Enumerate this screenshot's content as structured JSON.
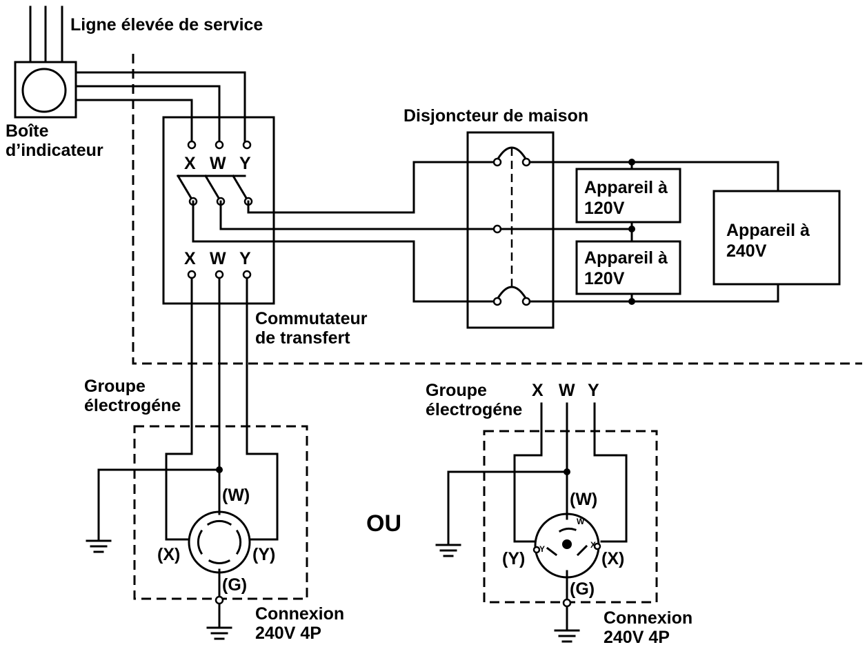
{
  "labels": {
    "service_line": "Ligne élevée de service",
    "meter_box_1": "Boîte",
    "meter_box_2": "d’indicateur",
    "house_breaker": "Disjoncteur de maison",
    "appliance_120_a_1": "Appareil à",
    "appliance_120_a_2": "120V",
    "appliance_120_b_1": "Appareil à",
    "appliance_120_b_2": "120V",
    "appliance_240_1": "Appareil à",
    "appliance_240_2": "240V",
    "transfer_switch_1": "Commutateur",
    "transfer_switch_2": "de transfert",
    "generator_left_1": "Groupe",
    "generator_left_2": "électrogéne",
    "generator_right_1": "Groupe",
    "generator_right_2": "électrogéne",
    "or": "OU",
    "connection_left_1": "Connexion",
    "connection_left_2": "240V 4P",
    "connection_right_1": "Connexion",
    "connection_right_2": "240V 4P"
  },
  "terminals": {
    "top": [
      "X",
      "W",
      "Y"
    ],
    "bottom": [
      "X",
      "W",
      "Y"
    ],
    "right_leads": [
      "X",
      "W",
      "Y"
    ]
  },
  "plug_left": {
    "w": "(W)",
    "x": "(X)",
    "y": "(Y)",
    "g": "(G)"
  },
  "plug_right": {
    "w": "(W)",
    "x": "(X)",
    "y": "(Y)",
    "g": "(G)",
    "face_w": "W",
    "face_x": "X",
    "face_y": "Y"
  }
}
